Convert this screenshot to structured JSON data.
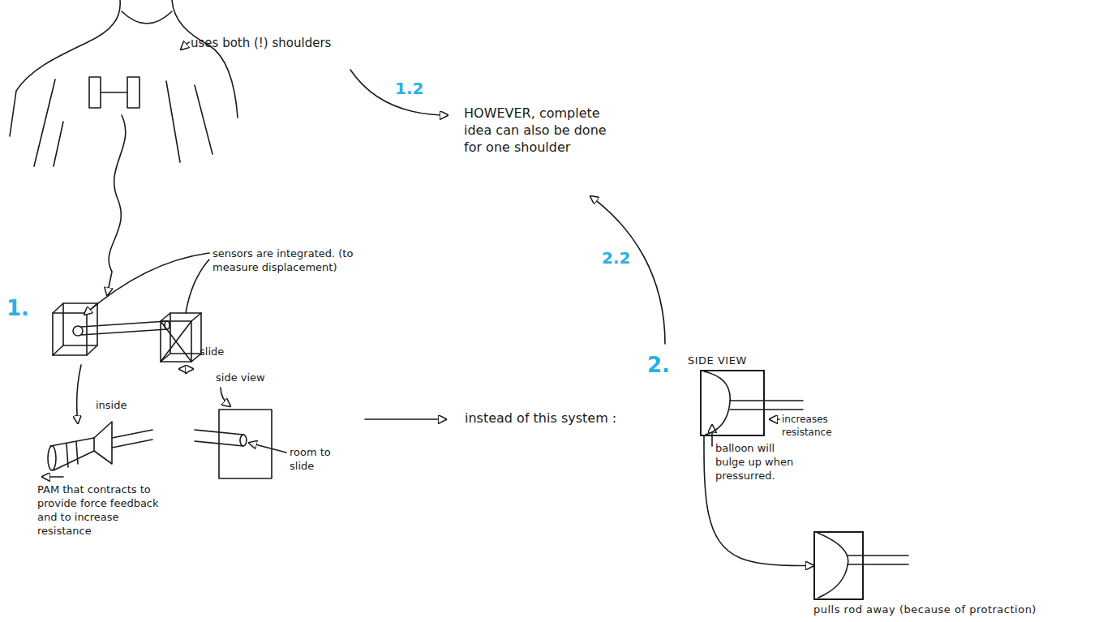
{
  "diagram": {
    "nodes": [
      {
        "text": [
          "SIDE VIEW"
        ]
      },
      {
        "text": [
          "pulls rod away (because of protraction)"
        ]
      }
    ],
    "edges": [
      {
        "from": 0,
        "to": 1,
        "arrow": "to"
      }
    ],
    "labels": [
      "uses both (!) shoulders",
      "1.2",
      "HOWEVER, complete idea can also be done for one shoulder",
      "sensors are integrated. (to measure displacement)",
      "1.",
      "slide",
      "inside",
      "side view",
      "room to slide",
      "PAM that contracts to provide force feedback and to increase resistance",
      "instead of this system :",
      "2.2",
      "2.",
      "increases resistance",
      "balloon will bulge up when pressurred."
    ]
  }
}
